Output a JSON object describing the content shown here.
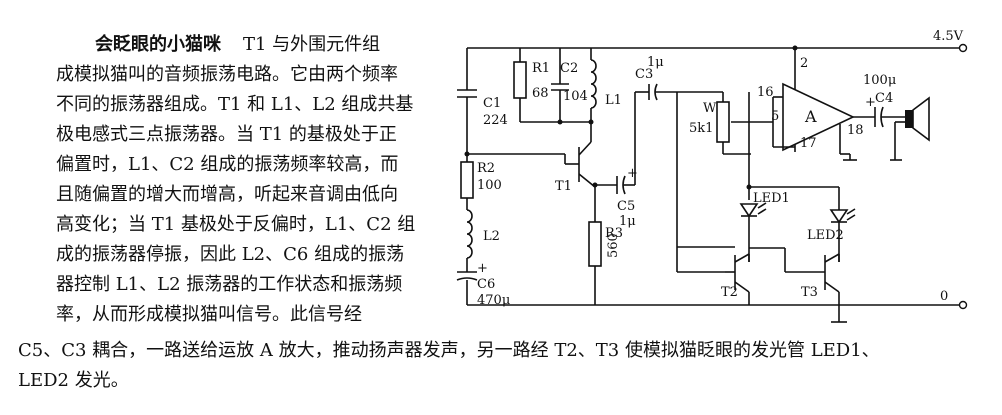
{
  "paragraph": {
    "title": "会眨眼的小猫咪",
    "lines": [
      "T1 与外围元件组",
      "成模拟猫叫的音频振荡电路。它由两个频率",
      "不同的振荡器组成。T1 和 L1、L2 组成共基",
      "极电感式三点振荡器。当 T1 的基极处于正",
      "偏置时，L1、C2 组成的振荡频率较高，而",
      "且随偏置的增大而增高，听起来音调由低向",
      "高变化；当 T1 基极处于反偏时，L1、C2 组",
      "成的振荡器停振，因此 L2、C6 组成的振荡",
      "器控制 L1、L2 振荡器的工作状态和振荡频",
      "率，从而形成模拟猫叫信号。此信号经",
      "C5、C3 耦合，一路送给运放 A 放大，推动扬声器发声，另一路经 T2、T3 使模拟猫眨眼的发光管 LED1、",
      "LED2 发光。"
    ]
  },
  "circuit": {
    "supply": "4.5V",
    "ground": "0",
    "R1": [
      "R1",
      "68"
    ],
    "C2": [
      "C2",
      "104"
    ],
    "C1": [
      "C1",
      "224"
    ],
    "L1": "L1",
    "R2": [
      "R2",
      "100"
    ],
    "L2": "L2",
    "C6": [
      "C6",
      "470μ"
    ],
    "T1": "T1",
    "R3": [
      "R3",
      "560"
    ],
    "C5": [
      "C5",
      "1μ"
    ],
    "C3": [
      "C3",
      "1μ"
    ],
    "W": [
      "W",
      "5k1"
    ],
    "A": "A",
    "pin2": "2",
    "pin16": "16",
    "pin5": "5",
    "pin17": "17",
    "pin18": "18",
    "C4": [
      "C4",
      "100μ"
    ],
    "LED1": "LED1",
    "LED2": "LED2",
    "T2": "T2",
    "T3": "T3"
  }
}
